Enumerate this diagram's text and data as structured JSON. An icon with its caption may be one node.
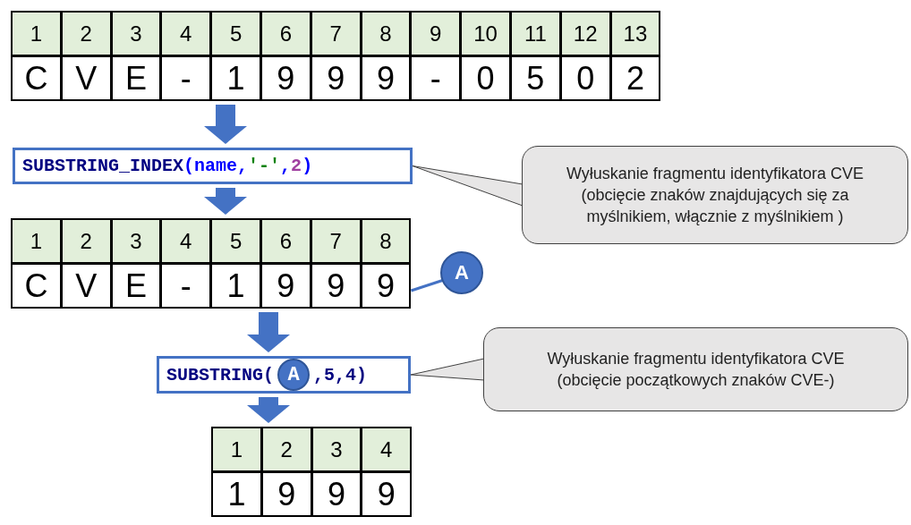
{
  "diagram": {
    "nodes": [
      {
        "text": [
          "1",
          "2",
          "3",
          "4",
          "5",
          "6",
          "7",
          "8",
          "9",
          "10",
          "11",
          "12",
          "13",
          "C",
          "V",
          "E",
          "-",
          "1",
          "9",
          "9",
          "9",
          "-",
          "0",
          "5",
          "0",
          "2"
        ]
      },
      {
        "text": [
          "SUBSTRING_INDEX(name,'-',2)"
        ]
      },
      {
        "text": [
          "Wyłuskanie fragmentu identyfikatora CVE (obcięcie znaków znajdujących się za myślnikiem, włącznie z myślnikiem )"
        ]
      },
      {
        "text": [
          "1",
          "2",
          "3",
          "4",
          "5",
          "6",
          "7",
          "8",
          "C",
          "V",
          "E",
          "-",
          "1",
          "9",
          "9",
          "9"
        ]
      },
      {
        "text": [
          "A"
        ]
      },
      {
        "text": [
          "SUBSTRING(",
          ",5,4)"
        ]
      },
      {
        "text": [
          "A"
        ],
        "in": 5
      },
      {
        "text": [
          "Wyłuskanie fragmentu identyfikatora CVE (obcięcie początkowych znaków CVE-)"
        ]
      },
      {
        "text": [
          "1",
          "2",
          "3",
          "4",
          "1",
          "9",
          "9",
          "9"
        ]
      }
    ],
    "edges": [
      {
        "from": 0,
        "to": 1,
        "arrow": "to"
      },
      {
        "from": 1,
        "to": 3,
        "arrow": "to"
      },
      {
        "from": 2,
        "to": 1,
        "arrow": "none"
      },
      {
        "from": 4,
        "to": 3,
        "arrow": "none"
      },
      {
        "from": 3,
        "to": 5,
        "arrow": "to"
      },
      {
        "from": 5,
        "to": 8,
        "arrow": "to"
      },
      {
        "from": 7,
        "to": 5,
        "arrow": "none"
      }
    ]
  }
}
